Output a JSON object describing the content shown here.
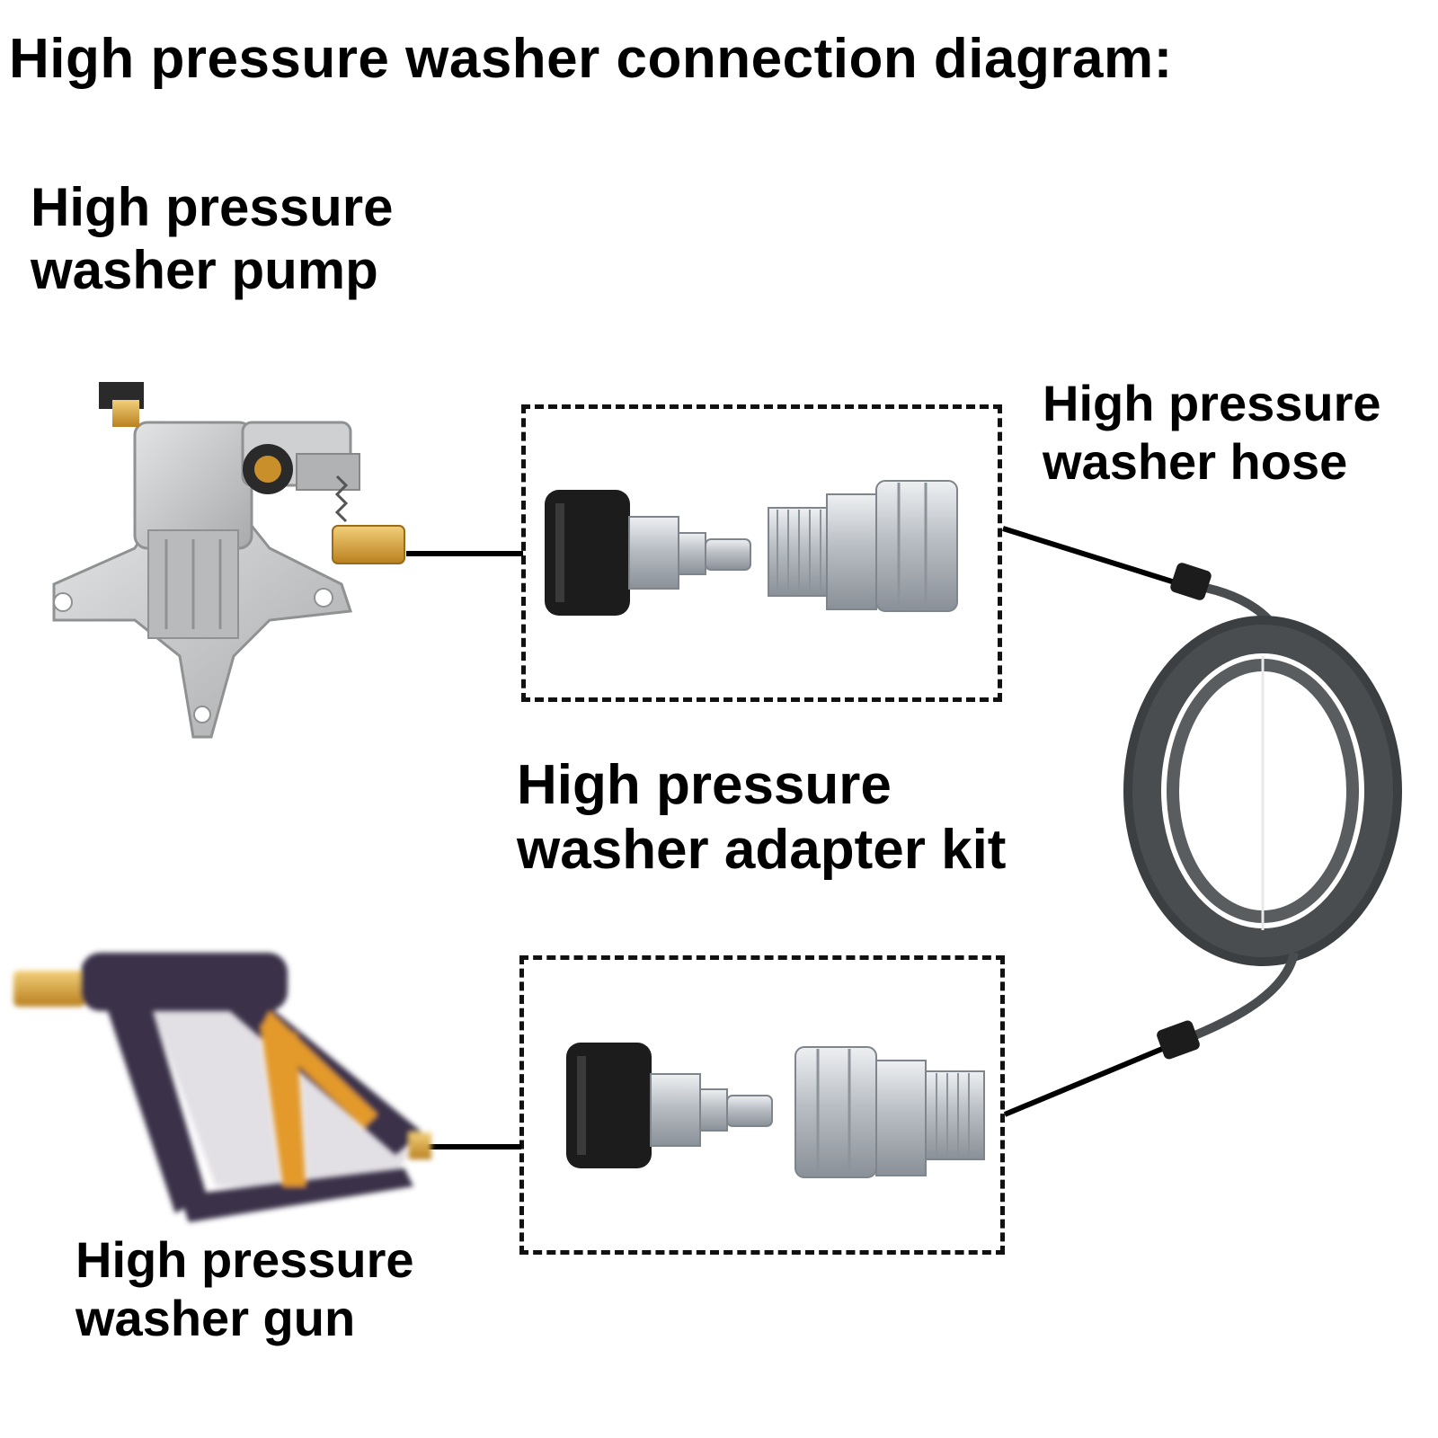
{
  "title": "High pressure washer connection diagram:",
  "labels": {
    "pump": [
      "High pressure",
      "washer pump"
    ],
    "hose": [
      "High pressure",
      "washer hose"
    ],
    "adapter_kit": [
      "High pressure",
      "washer adapter kit"
    ],
    "gun": [
      "High pressure",
      "washer gun"
    ]
  },
  "colors": {
    "ink": "#000000",
    "steel": "#c9cdd2",
    "steel_dark": "#8d939a",
    "black_part": "#1c1c1c",
    "brass": "#d8a23a",
    "hose_gray": "#4a4d50",
    "gun_purple": "#3a3348",
    "gun_orange": "#e39a2a",
    "pump_body": "#c6c7c8"
  }
}
